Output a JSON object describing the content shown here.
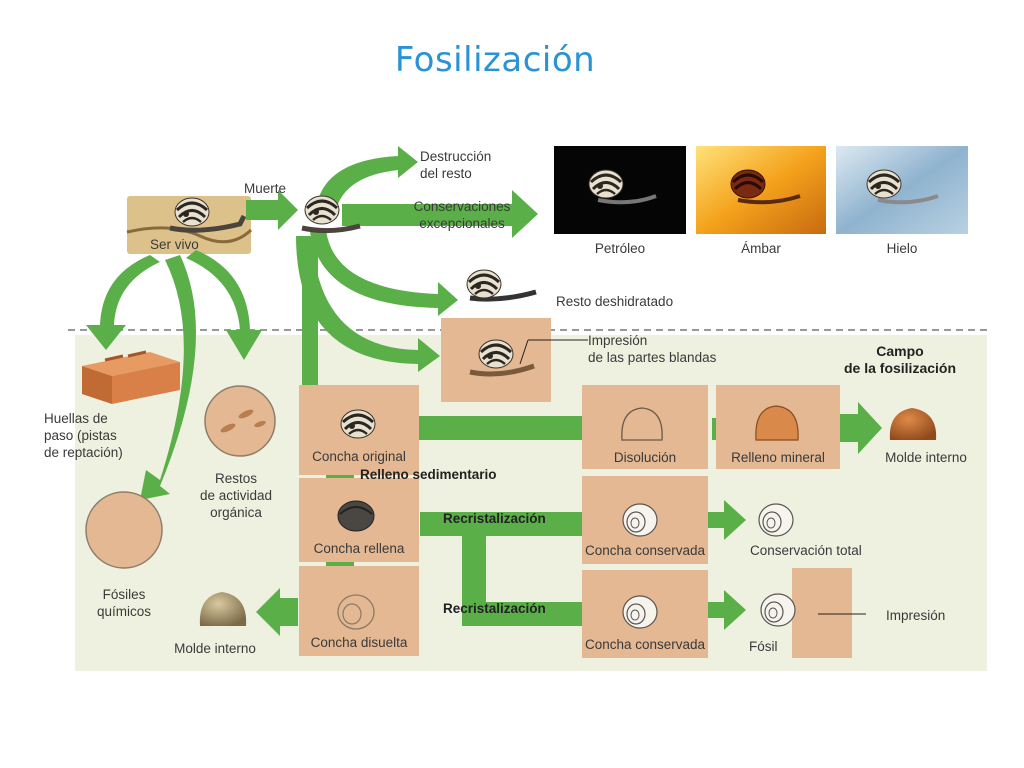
{
  "title": "Fosilización",
  "field_label": [
    "Campo",
    "de la fosilización"
  ],
  "stages": {
    "living": "Ser vivo",
    "death": "Muerte"
  },
  "outcomes": {
    "destruction": [
      "Destrucción",
      "del resto"
    ],
    "exceptional": [
      "Conservaciones",
      "excepcionales"
    ],
    "petroleum": "Petróleo",
    "amber": "Ámbar",
    "ice": "Hielo",
    "dehydrated": "Resto deshidratado",
    "soft_impression": [
      "Impresión",
      "de las partes blandas"
    ]
  },
  "traces": {
    "footprints": [
      "Huellas de",
      "paso (pistas",
      "de reptación)"
    ],
    "activity": [
      "Restos",
      "de actividad",
      "orgánica"
    ],
    "chemical": [
      "Fósiles",
      "químicos"
    ]
  },
  "shell_path": {
    "original": "Concha original",
    "sediment_fill": "Relleno sedimentario",
    "filled": "Concha rellena",
    "dissolved": "Concha disuelta",
    "internal_mold_left": "Molde interno",
    "dissolution": "Disolución",
    "mineral_fill": "Relleno mineral",
    "internal_mold_right": "Molde interno",
    "recrystallization_1": "Recristalización",
    "recrystallization_2": "Recristalización",
    "preserved_1": "Concha conservada",
    "preserved_2": "Concha conservada",
    "total_preservation": "Conservación total",
    "fossil": "Fósil",
    "impression": "Impresión"
  },
  "colors": {
    "title": "#2a93d5",
    "arrow": "#5aaf48",
    "sediment": "#e3b893",
    "field_bg": "#eef1df"
  }
}
